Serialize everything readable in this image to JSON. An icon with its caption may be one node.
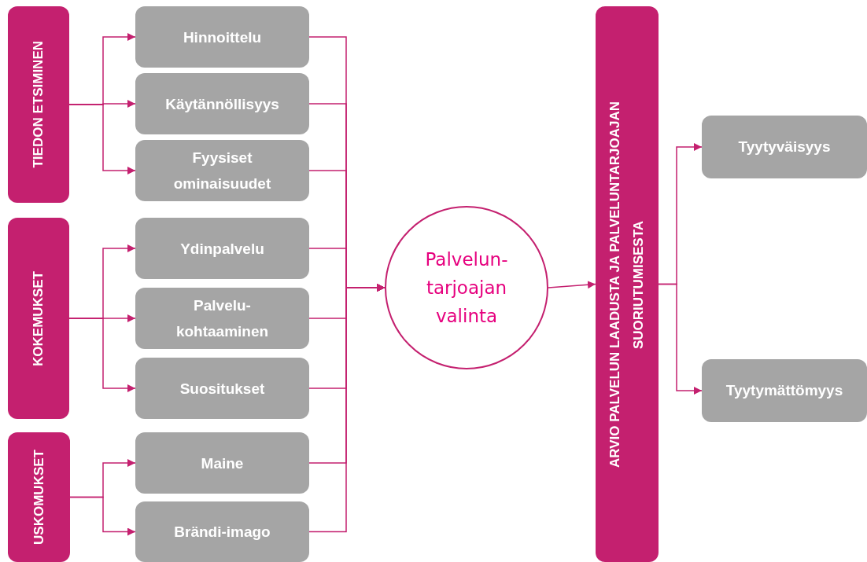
{
  "diagram": {
    "nodes": [
      {
        "text": [
          "TIEDON ETSIMINEN"
        ]
      },
      {
        "text": [
          "Hinnoittelu"
        ]
      },
      {
        "text": [
          "Käytännöllisyys"
        ]
      },
      {
        "text": [
          "Fyysiset ominaisuudet"
        ]
      },
      {
        "text": [
          "KOKEMUKSET"
        ]
      },
      {
        "text": [
          "Ydinpalvelu"
        ]
      },
      {
        "text": [
          "Palvelu- kohtaaminen"
        ]
      },
      {
        "text": [
          "Suositukset"
        ]
      },
      {
        "text": [
          "USKOMUKSET"
        ]
      },
      {
        "text": [
          "Maine"
        ]
      },
      {
        "text": [
          "Brändi-imago"
        ]
      },
      {
        "text": [
          "Palvelun- tarjoajan valinta"
        ]
      },
      {
        "text": [
          "ARVIO PALVELUN LAADUSTA JA PALVELUNTARJOAJAN SUORIUTUMISESTA"
        ]
      },
      {
        "text": [
          "Tyytyväisyys"
        ]
      },
      {
        "text": [
          "Tyytymättömyys"
        ]
      }
    ],
    "edges": [
      {
        "from": 0,
        "to": 1,
        "arrow": "to"
      },
      {
        "from": 0,
        "to": 2,
        "arrow": "to"
      },
      {
        "from": 0,
        "to": 3,
        "arrow": "to"
      },
      {
        "from": 4,
        "to": 5,
        "arrow": "to"
      },
      {
        "from": 4,
        "to": 6,
        "arrow": "to"
      },
      {
        "from": 4,
        "to": 7,
        "arrow": "to"
      },
      {
        "from": 8,
        "to": 9,
        "arrow": "to"
      },
      {
        "from": 8,
        "to": 10,
        "arrow": "to"
      },
      {
        "from": 1,
        "to": 11,
        "arrow": "to"
      },
      {
        "from": 2,
        "to": 11,
        "arrow": "to"
      },
      {
        "from": 3,
        "to": 11,
        "arrow": "to"
      },
      {
        "from": 5,
        "to": 11,
        "arrow": "to"
      },
      {
        "from": 6,
        "to": 11,
        "arrow": "to"
      },
      {
        "from": 7,
        "to": 11,
        "arrow": "to"
      },
      {
        "from": 9,
        "to": 11,
        "arrow": "to"
      },
      {
        "from": 10,
        "to": 11,
        "arrow": "to"
      },
      {
        "from": 11,
        "to": 12,
        "arrow": "to"
      },
      {
        "from": 12,
        "to": 13,
        "arrow": "to"
      },
      {
        "from": 12,
        "to": 14,
        "arrow": "to"
      }
    ]
  }
}
